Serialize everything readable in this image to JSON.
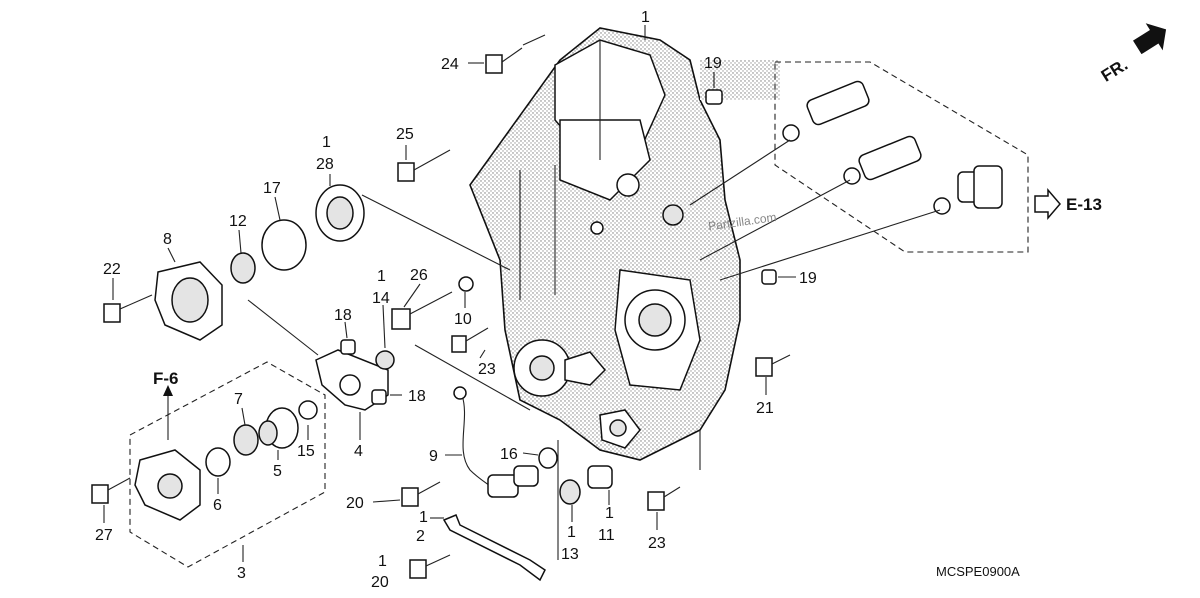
{
  "diagram": {
    "watermark": "Partzilla.com",
    "drawing_code": "MCSPE0900A",
    "direction_label": "FR.",
    "ref_f6": "F-6",
    "ref_e13": "E-13",
    "callouts": {
      "c24": "24",
      "c1_top": "1",
      "c19_top": "19",
      "c25": "25",
      "c1_bearing": "1",
      "c28": "28",
      "c17": "17",
      "c12": "12",
      "c8": "8",
      "c22": "22",
      "c26": "26",
      "c10": "10",
      "c23_mid": "23",
      "c1_14": "1",
      "c14": "14",
      "c18_top": "18",
      "c18_mid": "18",
      "c7": "7",
      "c15": "15",
      "c5": "5",
      "c6": "6",
      "c4": "4",
      "c27": "27",
      "c3": "3",
      "c9": "9",
      "c16": "16",
      "c20_mid": "20",
      "c1_2": "1",
      "c2": "2",
      "c1_20": "1",
      "c20_bottom": "20",
      "c1_13": "1",
      "c13": "13",
      "c1_11": "1",
      "c11": "11",
      "c23_bottom": "23",
      "c21": "21",
      "c19_right": "19"
    }
  }
}
